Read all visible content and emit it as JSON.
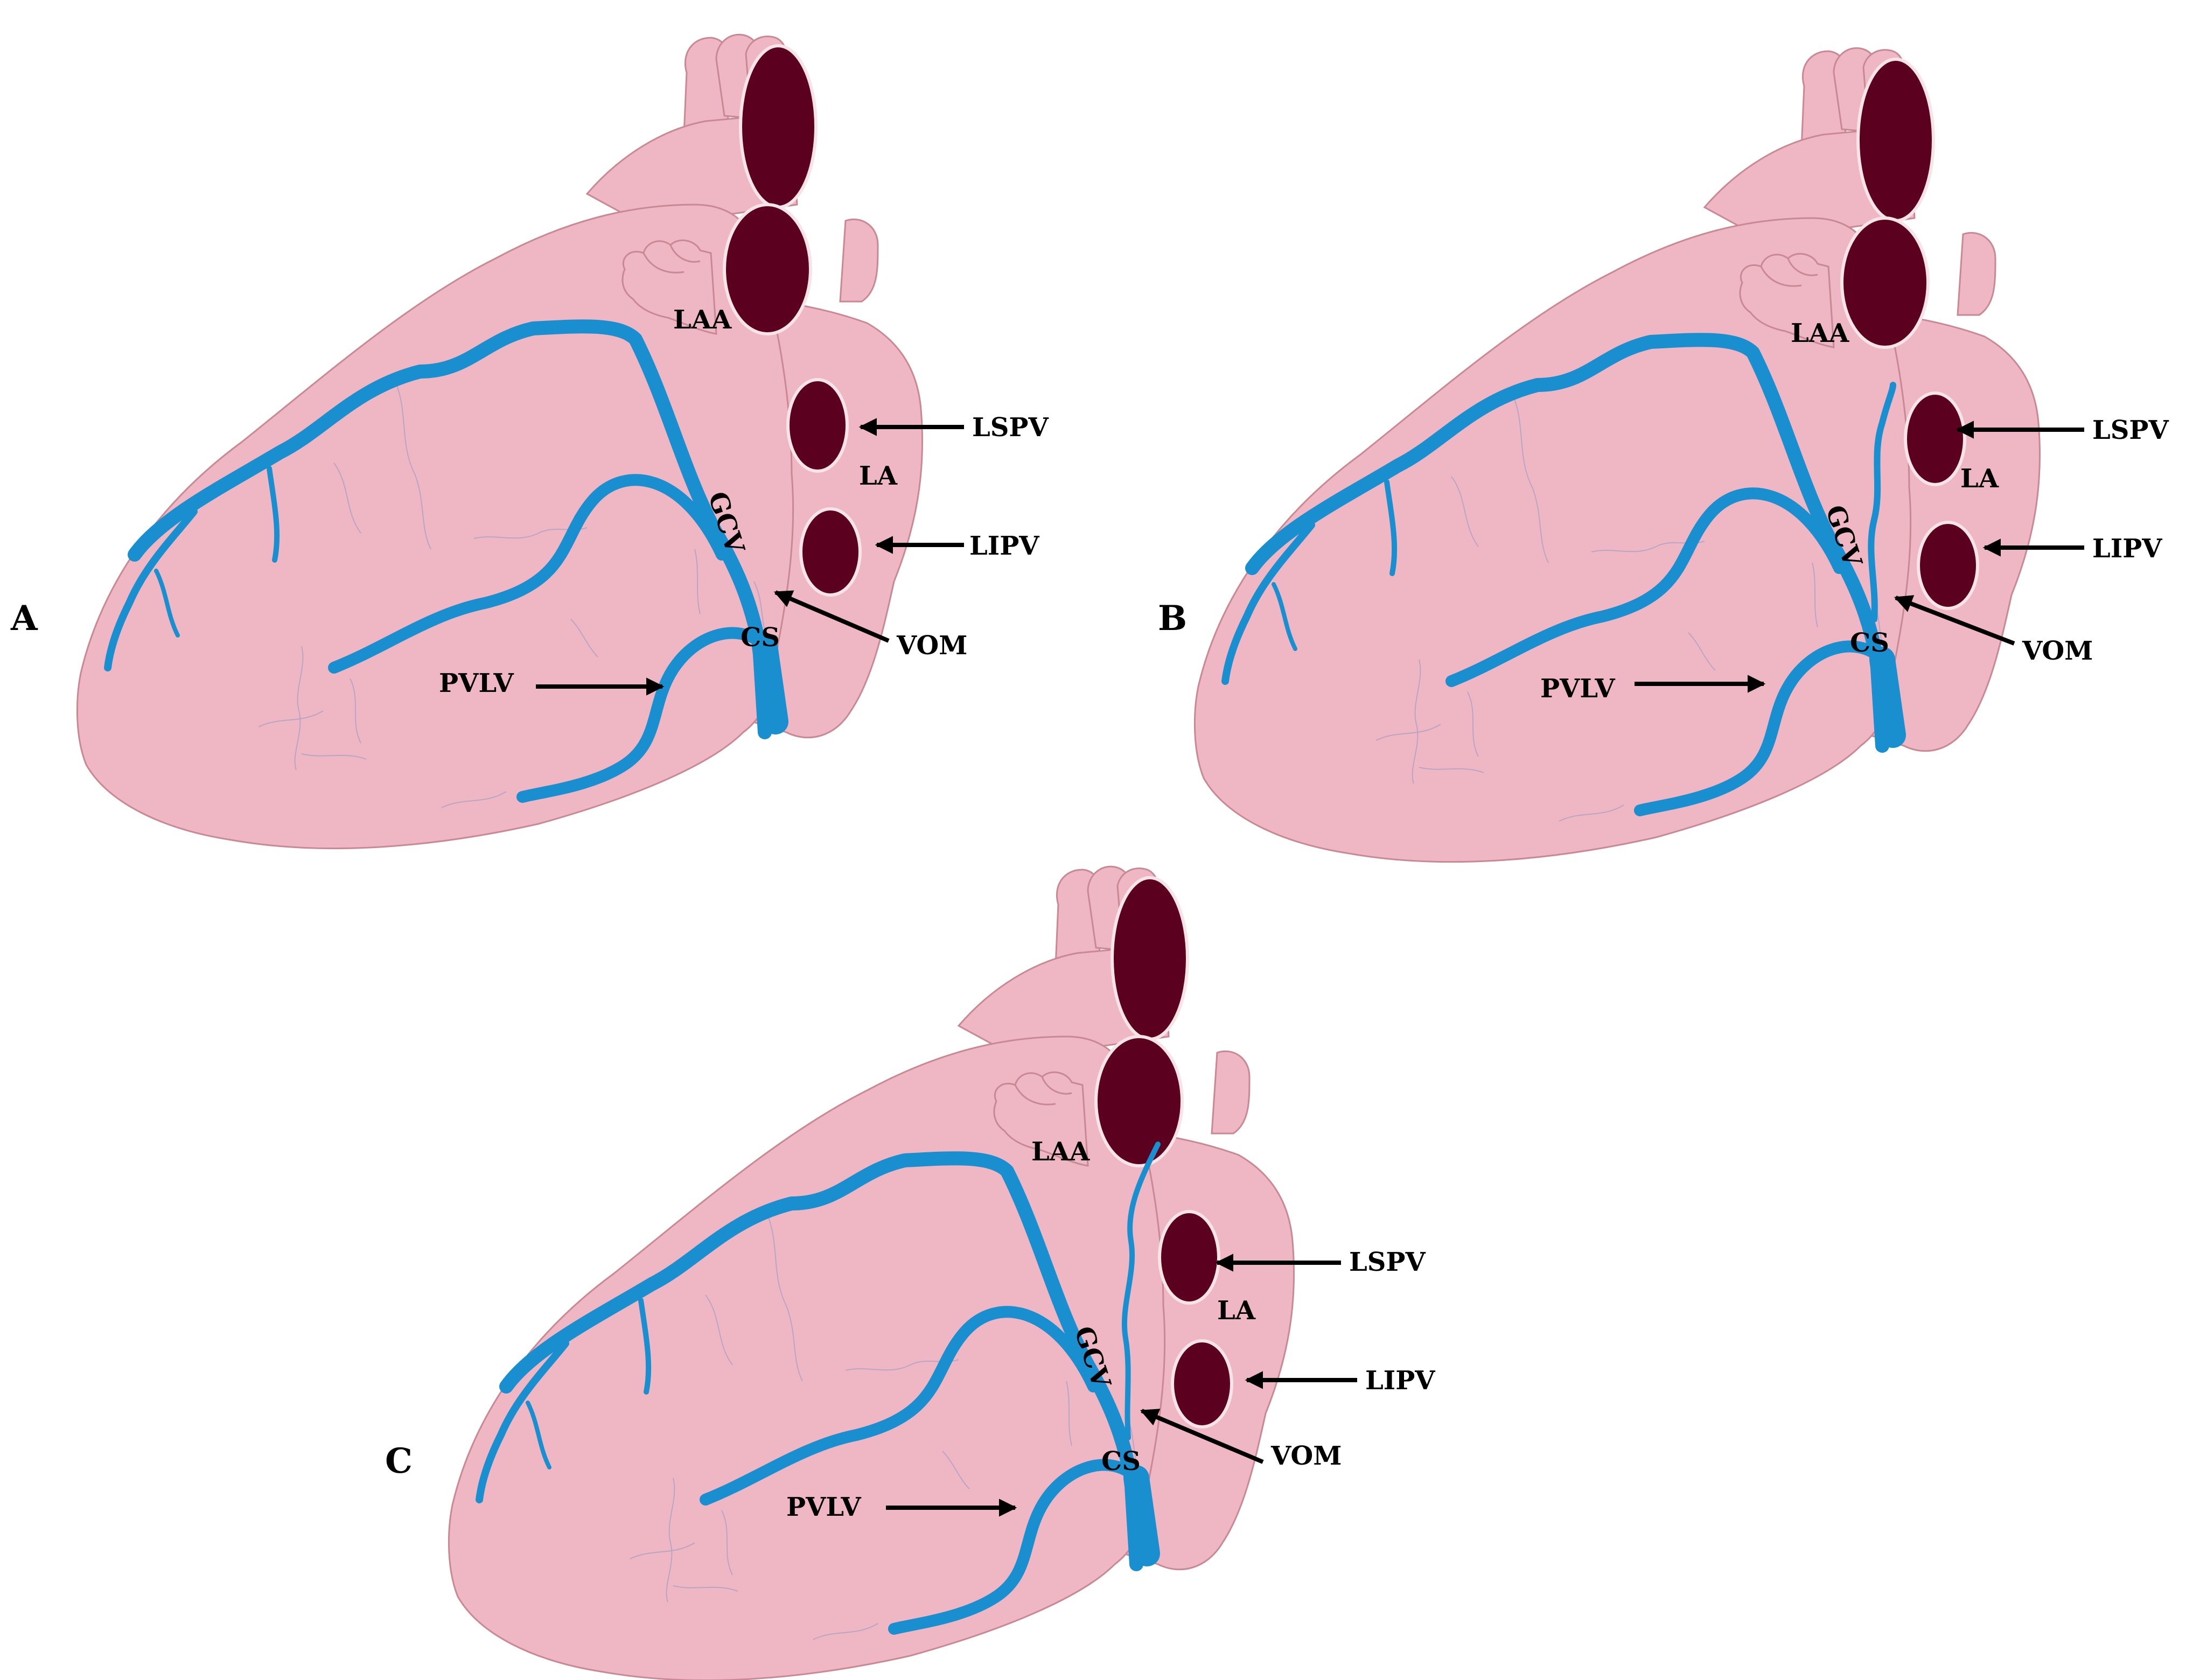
{
  "colors": {
    "heart_fill": "#efb6c3",
    "heart_outline": "#c88894",
    "vein": "#1a8fcf",
    "pulmonary_vein_ostium": "#5c0020",
    "ostium_rim": "#f7e4e8",
    "fine_vessels": "#b3a4c4",
    "arrow": "#000000"
  },
  "panels": [
    {
      "letter": "A",
      "labels": {
        "laa": "LAA",
        "la": "LA",
        "lspv": "LSPV",
        "lipv": "LIPV",
        "gcv": "GCV",
        "cs": "CS",
        "vom": "VOM",
        "pvlv": "PVLV"
      }
    },
    {
      "letter": "B",
      "labels": {
        "laa": "LAA",
        "la": "LA",
        "lspv": "LSPV",
        "lipv": "LIPV",
        "gcv": "GCV",
        "cs": "CS",
        "vom": "VOM",
        "pvlv": "PVLV"
      }
    },
    {
      "letter": "C",
      "labels": {
        "laa": "LAA",
        "la": "LA",
        "lspv": "LSPV",
        "lipv": "LIPV",
        "gcv": "GCV",
        "cs": "CS",
        "vom": "VOM",
        "pvlv": "PVLV"
      }
    }
  ]
}
